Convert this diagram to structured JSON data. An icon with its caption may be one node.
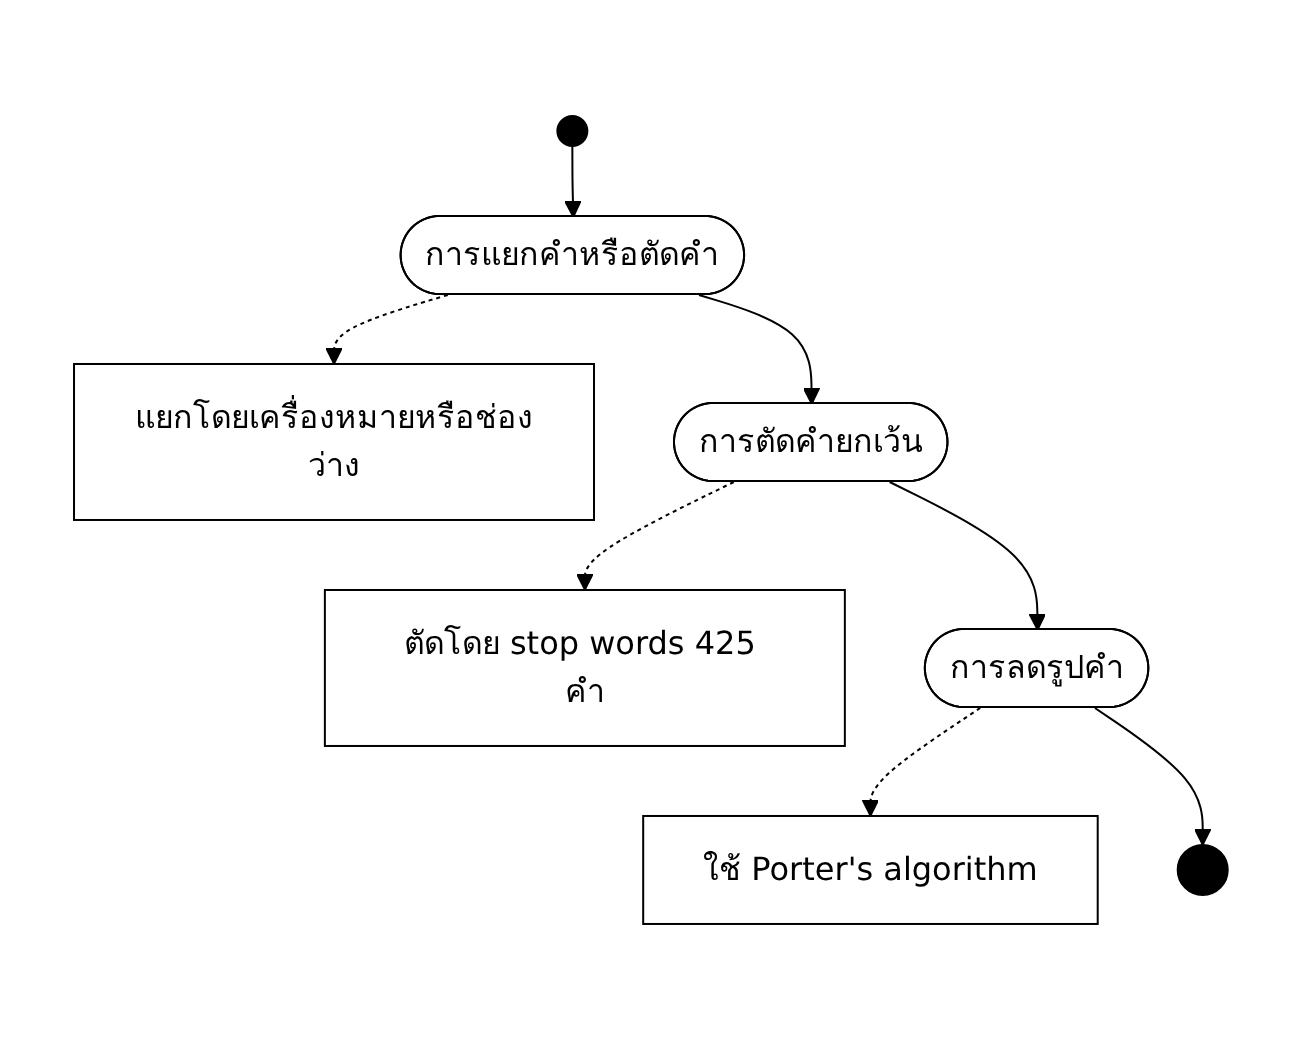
{
  "diagram": {
    "nodes": [
      {
        "text": [],
        "shape": "circle"
      },
      {
        "text": [
          "การแยกคำหรือตัดคำ"
        ]
      },
      {
        "text": [
          "แยกโดยเครื่องหมายหรือช่องว่าง"
        ]
      },
      {
        "text": [
          "การตัดคำยกเว้น"
        ]
      },
      {
        "text": [
          "ตัดโดย stop words 425 คำ"
        ]
      },
      {
        "text": [
          "การลดรูปคำ"
        ]
      },
      {
        "text": [
          "ใช้ Porter's algorithm"
        ]
      },
      {
        "text": [],
        "shape": "bullseye"
      }
    ],
    "edges": [
      {
        "from": 0,
        "to": 1,
        "arrow": "to"
      },
      {
        "from": 1,
        "to": 2,
        "arrow": "to",
        "style": "dashed"
      },
      {
        "from": 1,
        "to": 3,
        "arrow": "to"
      },
      {
        "from": 3,
        "to": 4,
        "arrow": "to",
        "style": "dashed"
      },
      {
        "from": 3,
        "to": 5,
        "arrow": "to"
      },
      {
        "from": 5,
        "to": 6,
        "arrow": "to",
        "style": "dashed"
      },
      {
        "from": 5,
        "to": 7,
        "arrow": "to"
      }
    ]
  }
}
